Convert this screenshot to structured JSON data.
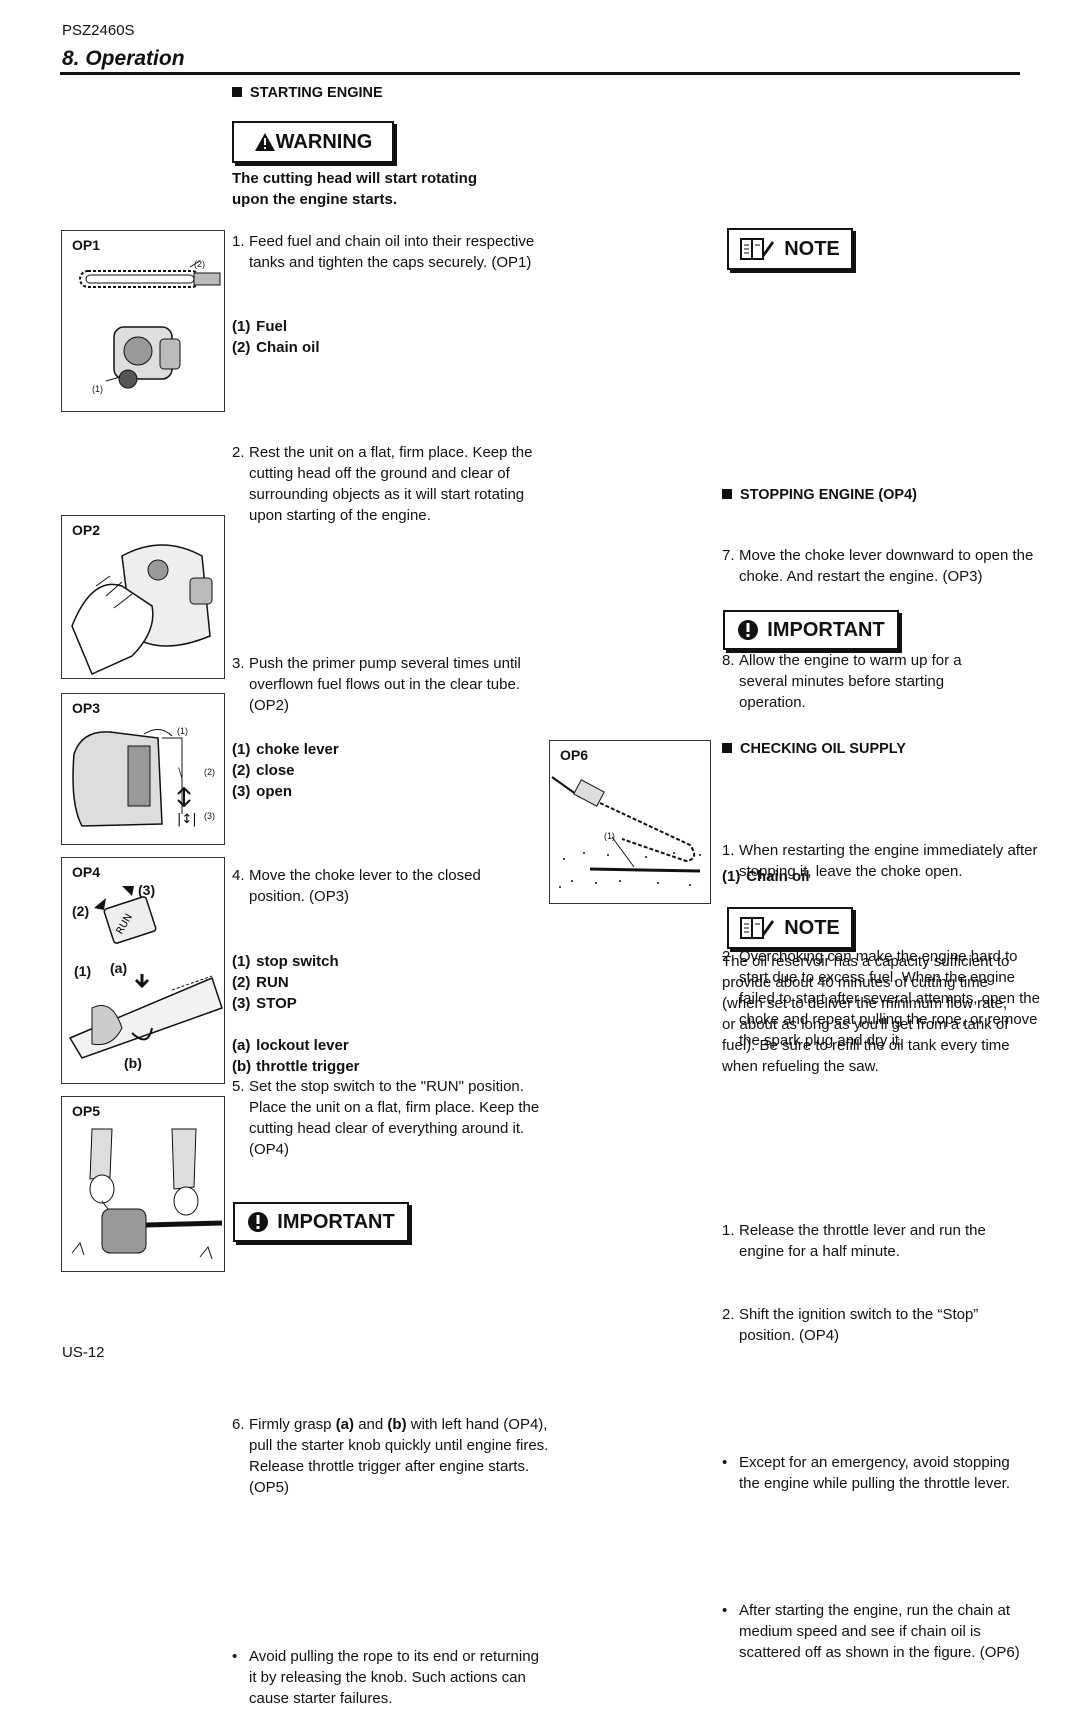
{
  "header": {
    "model": "PSZ2460S",
    "section_title": "8. Operation"
  },
  "starting": {
    "heading": "STARTING ENGINE",
    "warning_label": "WARNING",
    "warning_text": "The cutting head will start rotating upon the engine starts.",
    "step1": {
      "num": "1.",
      "text": "Feed fuel and chain oil into their respective tanks and tighten the caps securely. (OP1)"
    },
    "legend1": [
      {
        "k": "(1)",
        "v": "Fuel"
      },
      {
        "k": "(2)",
        "v": "Chain oil"
      }
    ],
    "step2": {
      "num": "2.",
      "text": "Rest the unit on a flat, firm place. Keep the cutting head off the ground and clear of surrounding objects as it will start rotating upon starting of the engine."
    },
    "step3": {
      "num": "3.",
      "text": "Push the primer pump several times until overflown fuel flows out in the clear tube. (OP2)"
    },
    "step4": {
      "num": "4.",
      "text": "Move the choke lever to the closed position. (OP3)"
    },
    "legend4": [
      {
        "k": "(1)",
        "v": "choke lever"
      },
      {
        "k": "(2)",
        "v": "close"
      },
      {
        "k": "(3)",
        "v": "open"
      }
    ],
    "step5": {
      "num": "5.",
      "text": "Set the stop switch to the \"RUN\" position. Place the unit on a flat, firm place. Keep the cutting head clear of everything around it. (OP4)"
    },
    "legend5": [
      {
        "k": "(1)",
        "v": "stop switch"
      },
      {
        "k": "(2)",
        "v": "RUN"
      },
      {
        "k": "(3)",
        "v": "STOP"
      }
    ],
    "legend5b": [
      {
        "k": "(a)",
        "v": "lockout lever"
      },
      {
        "k": "(b)",
        "v": "throttle trigger"
      }
    ],
    "step6": {
      "num": "6.",
      "pre": "Firmly grasp ",
      "a": "(a)",
      "mid": " and ",
      "b": "(b)",
      "post": " with left hand (OP4), pull the starter knob quickly until engine fires. Release throttle trigger after engine starts. (OP5)"
    },
    "important_label": "IMPORTANT",
    "important_text": "Avoid pulling the rope to its end or returning it by releasing the knob. Such actions can cause starter failures.",
    "step7": {
      "num": "7.",
      "text": "Move the choke lever downward to open the choke. And restart the engine. (OP3)"
    },
    "step8": {
      "num": "8.",
      "text": "Allow the engine to warm up for a several minutes before starting operation."
    }
  },
  "note1": {
    "label": "NOTE",
    "items": [
      {
        "num": "1.",
        "text": "When restarting the engine immediately after stopping it, leave the choke open."
      },
      {
        "num": "2.",
        "text": "Overchoking can make the engine hard to start due to excess fuel. When the engine failed to start after several attempts, open the choke and repeat pulling the rope, or remove the spark plug and dry it."
      }
    ]
  },
  "stopping": {
    "heading": "STOPPING ENGINE (OP4)",
    "items": [
      {
        "num": "1.",
        "text": "Release the throttle lever and run the engine for a half minute."
      },
      {
        "num": "2.",
        "text": "Shift the ignition switch to the “Stop” position. (OP4)"
      }
    ],
    "important_label": "IMPORTANT",
    "important_text": "Except for an emergency, avoid stopping the engine while pulling the throttle lever."
  },
  "oil": {
    "heading": "CHECKING OIL SUPPLY",
    "text": "After starting the engine, run the chain at medium speed and see if chain oil is scattered off as shown in the figure. (OP6)",
    "legend": [
      {
        "k": "(1)",
        "v": "Chain oil"
      }
    ],
    "note_label": "NOTE",
    "note_text": "The oil reservoir has a capacity sufficient to provide about 40 minutes of cutting time (when set to deliver the minimum flow rate, or about as long as you'll get from a tank of fuel). Be sure to refill the oil tank every time when refueling the saw."
  },
  "figures": {
    "op1": {
      "label": "OP1",
      "c1": "(1)",
      "c2": "(2)"
    },
    "op2": {
      "label": "OP2"
    },
    "op3": {
      "label": "OP3",
      "c1": "(1)",
      "c2": "(2)",
      "c3": "(3)"
    },
    "op4": {
      "label": "OP4",
      "c1": "(1)",
      "c2": "(2)",
      "c3": "(3)",
      "ca": "(a)",
      "cb": "(b)",
      "switch_text": "RUN"
    },
    "op5": {
      "label": "OP5"
    },
    "op6": {
      "label": "OP6",
      "c1": "(1)"
    }
  },
  "footer": {
    "page": "US-12"
  }
}
